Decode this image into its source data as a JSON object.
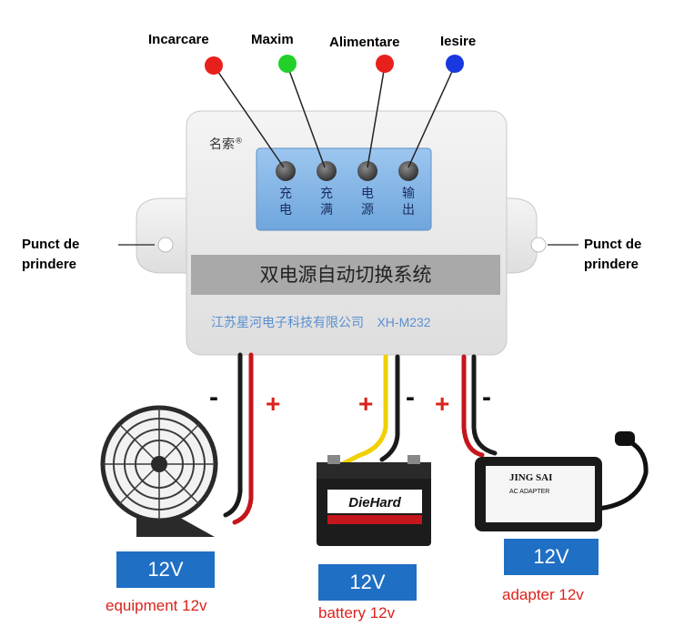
{
  "indicators": [
    {
      "label": "Incarcare",
      "color": "#e8201c"
    },
    {
      "label": "Maxim",
      "color": "#22d02a"
    },
    {
      "label": "Alimentare",
      "color": "#e8201c"
    },
    {
      "label": "Iesire",
      "color": "#1838e0"
    }
  ],
  "mount_label": {
    "line1": "Punct de",
    "line2": "prindere"
  },
  "device": {
    "brand": "名索",
    "brand_mark": "®",
    "title": "双电源自动切换系统",
    "maker": "江苏星河电子科技有限公司",
    "model": "XH-M232",
    "button_labels": [
      {
        "c1": "充",
        "c2": "电"
      },
      {
        "c1": "充",
        "c2": "满"
      },
      {
        "c1": "电",
        "c2": "源"
      },
      {
        "c1": "输",
        "c2": "出"
      }
    ]
  },
  "polarity": {
    "minus": "-",
    "plus": "+"
  },
  "loads": [
    {
      "voltage": "12V",
      "caption": "equipment 12v"
    },
    {
      "voltage": "12V",
      "caption": "battery 12v"
    },
    {
      "voltage": "12V",
      "caption": "adapter 12v"
    }
  ],
  "battery_brand": "DieHard",
  "adapter": {
    "brand": "JING SAI",
    "type": "AC ADAPTER"
  },
  "colors": {
    "accent_blue": "#1f6fc4",
    "caption_red": "#d9231c",
    "wire_red": "#c4161c",
    "wire_yellow": "#f0d000"
  }
}
